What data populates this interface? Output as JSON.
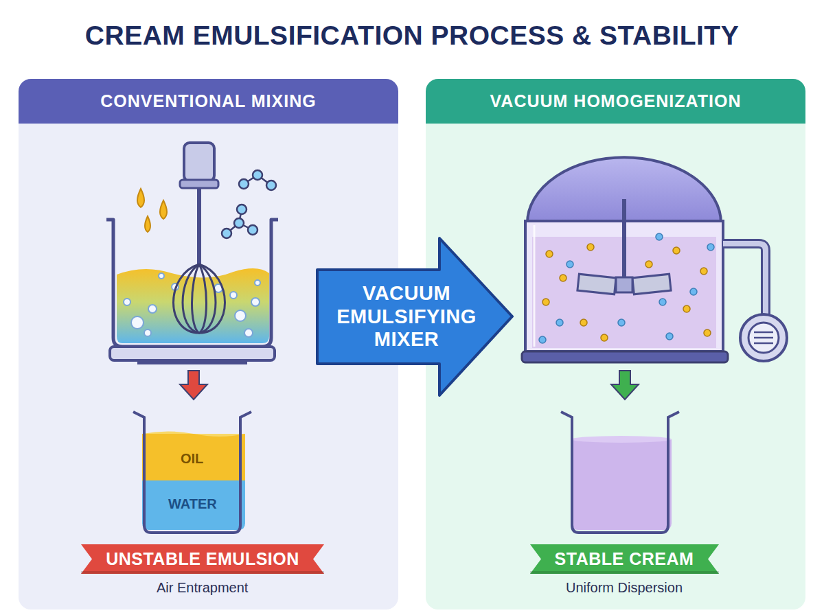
{
  "diagram": {
    "title": "CREAM EMULSIFICATION PROCESS & STABILITY",
    "nodes": [
      {
        "text": [
          "CONVENTIONAL MIXING"
        ]
      },
      {
        "text": [
          "VACUUM HOMOGENIZATION"
        ]
      },
      {
        "text": [
          "VACUUM EMULSIFYING MIXER"
        ]
      },
      {
        "text": [
          "UNSTABLE EMULSION"
        ],
        "in": 0
      },
      {
        "text": [
          "STABLE CREAM"
        ],
        "in": 1
      }
    ],
    "labels": [
      "OIL",
      "WATER",
      "Air Entrapment",
      "Uniform Dispersion"
    ]
  }
}
